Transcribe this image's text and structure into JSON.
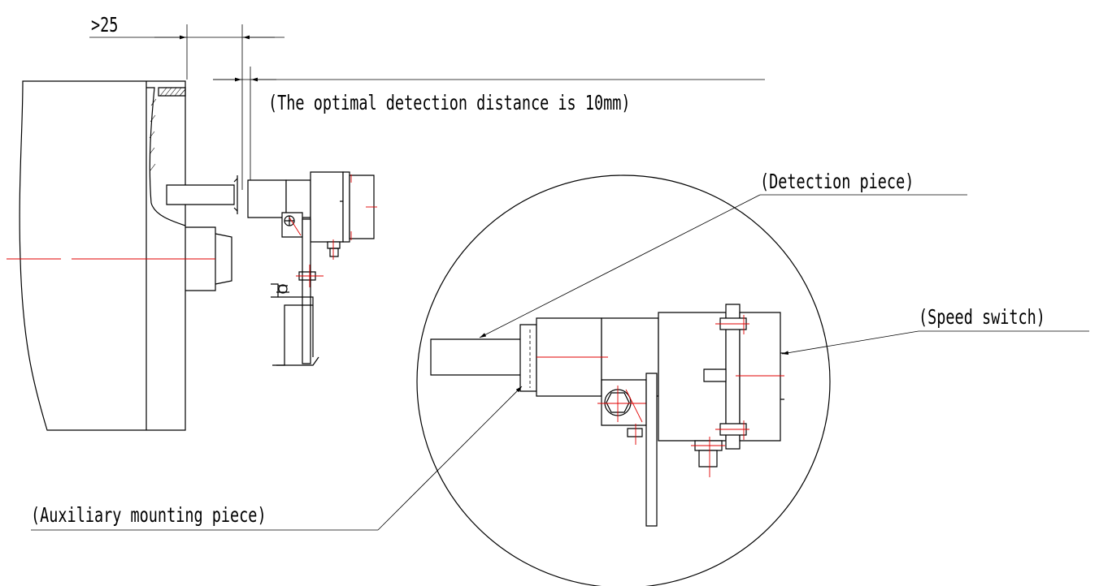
{
  "labels": {
    "dim_25": ">25",
    "optimal_distance": "(The optimal detection distance is 10mm)",
    "detection_piece": "(Detection piece)",
    "speed_switch": "(Speed switch)",
    "auxiliary_mounting_piece": "(Auxiliary mounting piece)"
  },
  "colors": {
    "line": "#000000",
    "centerline": "#e00000",
    "background": "#ffffff"
  }
}
